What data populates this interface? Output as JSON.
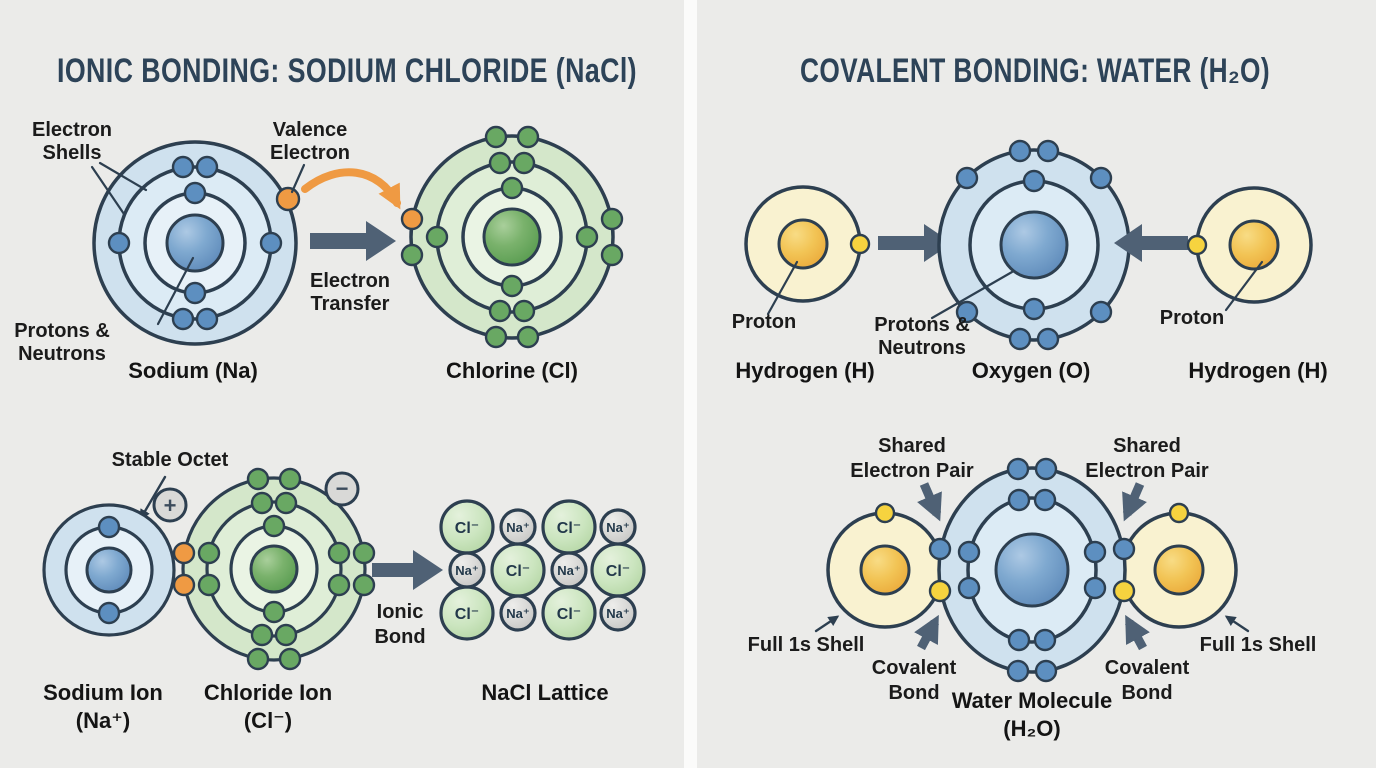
{
  "palette": {
    "background": "#ebebe9",
    "divider": "#fbfbfa",
    "outline": "#2d3f50",
    "title-color": "#2d4358",
    "text-color": "#1b1b1b",
    "blue-shell-1": "#cfe1ee",
    "blue-shell-2": "#dcebf5",
    "blue-shell-3": "#e7f1f8",
    "blue-electron": "#5d8fc0",
    "green-shell-1": "#d4e7ca",
    "green-shell-2": "#dfeed7",
    "green-shell-3": "#eaf4e4",
    "green-electron": "#69a863",
    "orange-electron": "#ef9a43",
    "yellow-shell": "#f9f2d0",
    "yellow-electron": "#f6d33f",
    "arrow-gray": "#4f6175",
    "lattice-green": "#cbe5bf",
    "lattice-gray": "#d7d7d5",
    "ion-text": "#22384a",
    "badge-fill": "#d9d9d7"
  },
  "left": {
    "title": "IONIC BONDING: SODIUM CHLORIDE (NaCl)",
    "top": {
      "shells1": "Electron",
      "shells2": "Shells",
      "valence1": "Valence",
      "valence2": "Electron",
      "transfer1": "Electron",
      "transfer2": "Transfer",
      "protons1": "Protons &",
      "protons2": "Neutrons",
      "sodium": "Sodium (Na)",
      "chlorine": "Chlorine (Cl)"
    },
    "bottom": {
      "stable_octet": "Stable Octet",
      "plus": "+",
      "minus": "−",
      "ionic1": "Ionic",
      "ionic2": "Bond",
      "sodium_ion1": "Sodium Ion",
      "sodium_ion2": "(Na⁺)",
      "chloride_ion1": "Chloride Ion",
      "chloride_ion2": "(Cl⁻)",
      "lattice_label": "NaCl Lattice",
      "cells": [
        "Cl⁻",
        "Na⁺",
        "Cl⁻",
        "Na⁺",
        "Na⁺",
        "Cl⁻",
        "Na⁺",
        "Cl⁻",
        "Cl⁻",
        "Na⁺",
        "Cl⁻",
        "Na⁺"
      ]
    }
  },
  "right": {
    "title": "COVALENT BONDING: WATER (H₂O)",
    "top": {
      "proton": "Proton",
      "protons1": "Protons &",
      "protons2": "Neutrons",
      "hydrogen": "Hydrogen (H)",
      "oxygen": "Oxygen (O)"
    },
    "bottom": {
      "shared1": "Shared",
      "shared2": "Electron Pair",
      "full_shell": "Full 1s Shell",
      "covalent1": "Covalent",
      "covalent2": "Bond",
      "molecule1": "Water Molecule",
      "molecule2": "(H₂O)"
    }
  }
}
